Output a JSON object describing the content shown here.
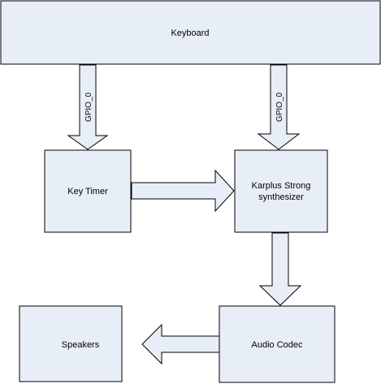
{
  "diagram": {
    "blocks": {
      "keyboard": "Keyboard",
      "key_timer": "Key Timer",
      "karplus_line1": "Karplus Strong",
      "karplus_line2": "synthesizer",
      "audio_codec": "Audio Codec",
      "speakers": "Speakers"
    },
    "arrows": {
      "left_down": "GPIO_0",
      "right_down": "GPIO_0"
    },
    "colors": {
      "block_fill": "#e8eef7",
      "stroke": "#000000"
    }
  }
}
